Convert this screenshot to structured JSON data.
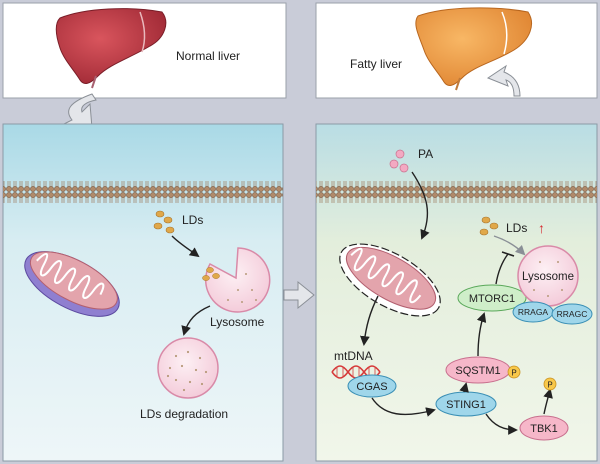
{
  "labels": {
    "normal_liver": "Normal liver",
    "fatty_liver": "Fatty liver",
    "pa": "PA",
    "lds_left": "LDs",
    "lysosome_left": "Lysosome",
    "lds_degradation": "LDs degradation",
    "lds_right": "LDs",
    "lds_up_arrow": "↑",
    "mtdna": "mtDNA",
    "cgas": "CGAS",
    "sting1": "STING1",
    "tbk1": "TBK1",
    "sqstm1": "SQSTM1",
    "mtorc1": "MTORC1",
    "lysosome_right": "Lysosome",
    "rraga": "RRAGA",
    "rragc": "RRAGC",
    "p1": "P",
    "p2": "P"
  },
  "colors": {
    "normal_liver": "#b8363f",
    "fatty_liver": "#ee9a45",
    "cell_left": "#cfe6ee",
    "cell_right": "#e6efd6",
    "lysosome": "#f7dbe6",
    "protein_pink": "#f6b7c9",
    "protein_blue": "#9fd6ea",
    "protein_green": "#cfeec9",
    "phospho": "#f8c84a"
  }
}
